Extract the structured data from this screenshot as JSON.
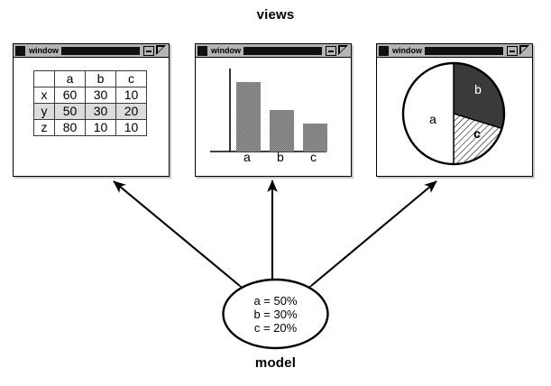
{
  "diagram": {
    "top_label": "views",
    "bottom_label": "model"
  },
  "windows": [
    {
      "key": "table",
      "title": "window",
      "minimize_icon": "minimize-icon",
      "maximize_icon": "maximize-icon",
      "system_icon": "system-menu-icon"
    },
    {
      "key": "bar",
      "title": "window",
      "minimize_icon": "minimize-icon",
      "maximize_icon": "maximize-icon",
      "system_icon": "system-menu-icon"
    },
    {
      "key": "pie",
      "title": "window",
      "minimize_icon": "minimize-icon",
      "maximize_icon": "maximize-icon",
      "system_icon": "system-menu-icon"
    }
  ],
  "table_view": {
    "corner": "",
    "columns": [
      "a",
      "b",
      "c"
    ],
    "rows": [
      {
        "label": "x",
        "values": [
          "60",
          "30",
          "10"
        ],
        "selected": false
      },
      {
        "label": "y",
        "values": [
          "50",
          "30",
          "20"
        ],
        "selected": true
      },
      {
        "label": "z",
        "values": [
          "80",
          "10",
          "10"
        ],
        "selected": false
      }
    ],
    "selected_row_color": "#dcdcdc"
  },
  "chart_data": [
    {
      "type": "bar",
      "title": "",
      "categories": [
        "a",
        "b",
        "c"
      ],
      "values": [
        50,
        30,
        20
      ],
      "tick_labels": [
        "a",
        "b",
        "c"
      ],
      "xlabel": "",
      "ylabel": "",
      "ylim": [
        0,
        60
      ],
      "grid": false,
      "legend": "none",
      "bar_color": "#808080",
      "axis_color": "#000000"
    },
    {
      "type": "pie",
      "title": "",
      "labels": [
        "b",
        "c",
        "a"
      ],
      "values": [
        30,
        20,
        50
      ],
      "slice_fills": [
        "dark-gray",
        "hatched",
        "white"
      ],
      "slice_colors": [
        "#3a3a3a",
        "#ffffff",
        "#ffffff"
      ],
      "start_angle_deg": 0,
      "direction": "clockwise",
      "legend": "none",
      "outline_color": "#000000"
    }
  ],
  "model": {
    "lines": [
      "a = 50%",
      "b = 30%",
      "c = 20%"
    ],
    "entries": [
      {
        "name": "a",
        "value": "50%"
      },
      {
        "name": "b",
        "value": "30%"
      },
      {
        "name": "c",
        "value": "20%"
      }
    ]
  },
  "connectors": [
    {
      "from": "model",
      "to": "table-view",
      "style": "double-headed-arrow"
    },
    {
      "from": "model",
      "to": "bar-view",
      "style": "double-headed-arrow"
    },
    {
      "from": "model",
      "to": "pie-view",
      "style": "double-headed-arrow"
    }
  ]
}
